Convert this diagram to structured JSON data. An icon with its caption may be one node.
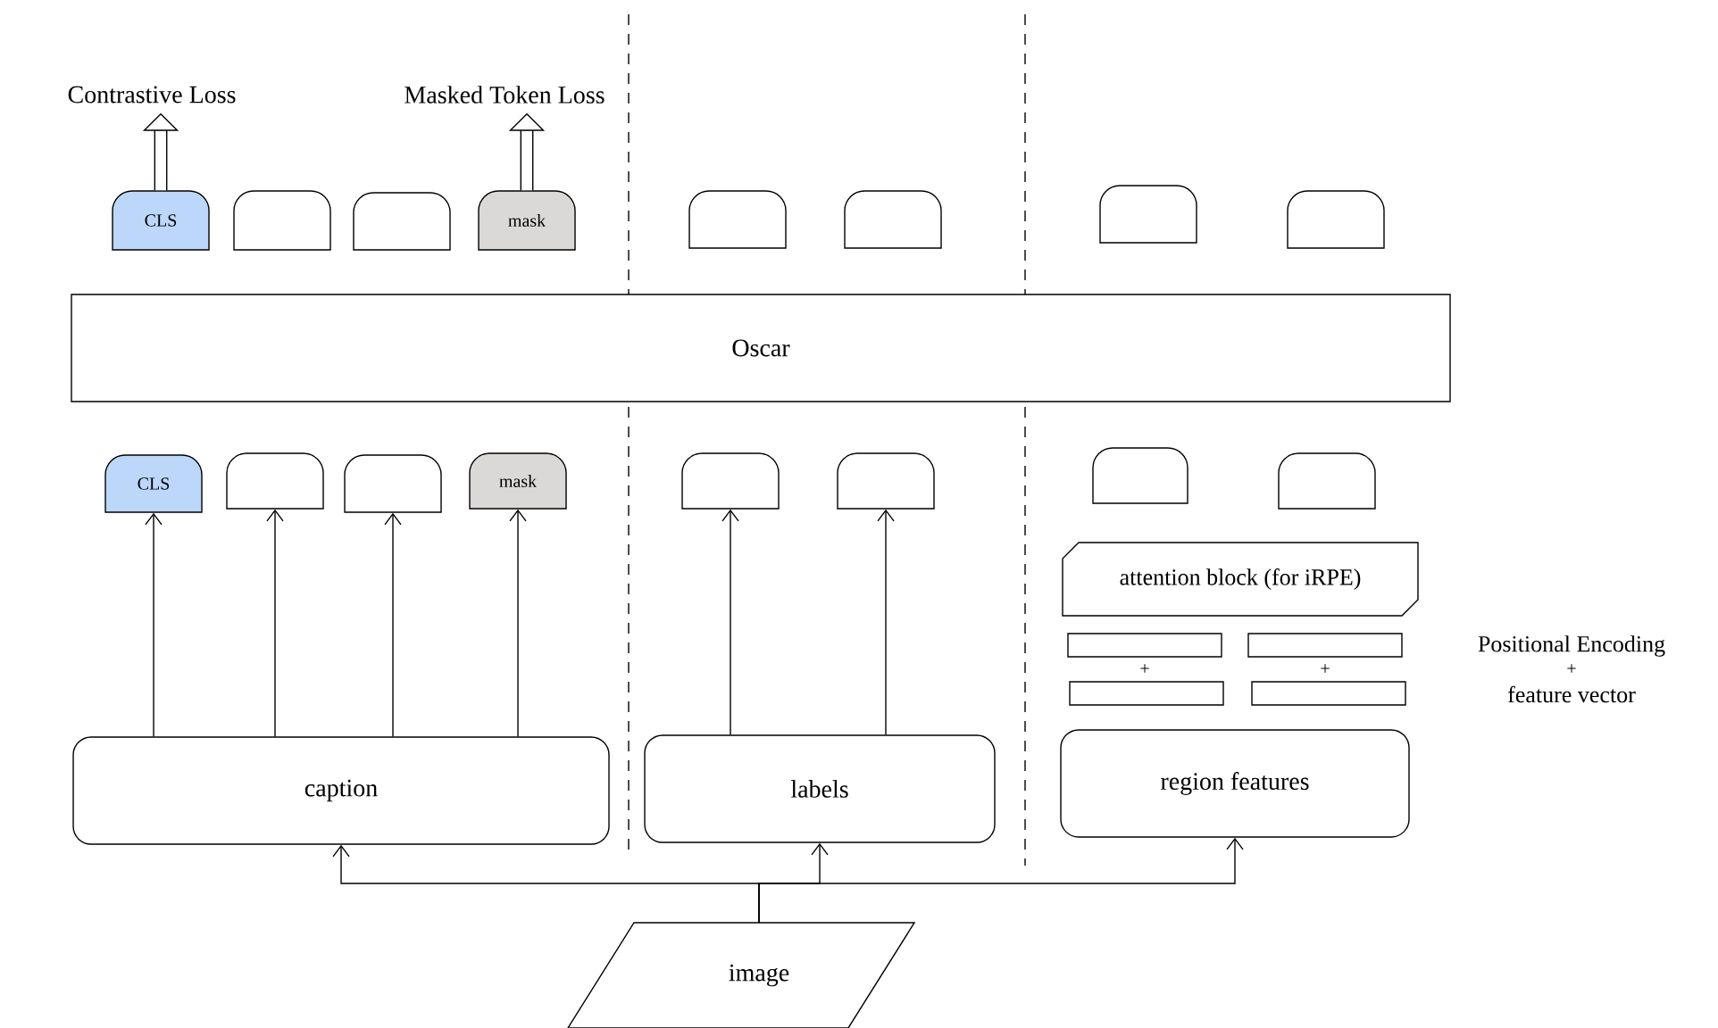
{
  "diagram": {
    "nodes": [
      {
        "text": [
          "Contrastive Loss"
        ]
      },
      {
        "text": [
          "Masked Token Loss"
        ]
      },
      {
        "text": [
          "CLS"
        ]
      },
      {
        "text": [],
        "shape": "box"
      },
      {
        "text": [],
        "shape": "box"
      },
      {
        "text": [
          "mask"
        ]
      },
      {
        "text": [],
        "shape": "box"
      },
      {
        "text": [],
        "shape": "box"
      },
      {
        "text": [],
        "shape": "box"
      },
      {
        "text": [],
        "shape": "box"
      },
      {
        "text": [
          "Oscar"
        ]
      },
      {
        "text": [
          "CLS"
        ]
      },
      {
        "text": [],
        "shape": "box"
      },
      {
        "text": [],
        "shape": "box"
      },
      {
        "text": [
          "mask"
        ]
      },
      {
        "text": [],
        "shape": "box"
      },
      {
        "text": [],
        "shape": "box"
      },
      {
        "text": [],
        "shape": "box"
      },
      {
        "text": [],
        "shape": "box"
      },
      {
        "text": [
          "attention block (for iRPE)"
        ]
      },
      {
        "text": [],
        "shape": "bar"
      },
      {
        "text": [],
        "shape": "bar"
      },
      {
        "text": [],
        "shape": "bar"
      },
      {
        "text": [],
        "shape": "bar"
      },
      {
        "text": [
          "caption"
        ]
      },
      {
        "text": [
          "labels"
        ]
      },
      {
        "text": [
          "region features"
        ]
      },
      {
        "text": [
          "image"
        ]
      }
    ],
    "edges": [
      {
        "from": 24,
        "to": 11,
        "arrow": "to"
      },
      {
        "from": 24,
        "to": 12,
        "arrow": "to"
      },
      {
        "from": 24,
        "to": 13,
        "arrow": "to"
      },
      {
        "from": 24,
        "to": 14,
        "arrow": "to"
      },
      {
        "from": 25,
        "to": 15,
        "arrow": "to"
      },
      {
        "from": 25,
        "to": 16,
        "arrow": "to"
      },
      {
        "from": 27,
        "to": 24,
        "arrow": "to"
      },
      {
        "from": 27,
        "to": 25,
        "arrow": "to"
      },
      {
        "from": 27,
        "to": 26,
        "arrow": "to"
      },
      {
        "from": 2,
        "to": 0,
        "arrow": "to",
        "style": "thick"
      },
      {
        "from": 5,
        "to": 1,
        "arrow": "to",
        "style": "thick"
      }
    ],
    "labels": [
      "Positional Encoding",
      "+",
      "+",
      "+",
      "feature vector"
    ]
  }
}
